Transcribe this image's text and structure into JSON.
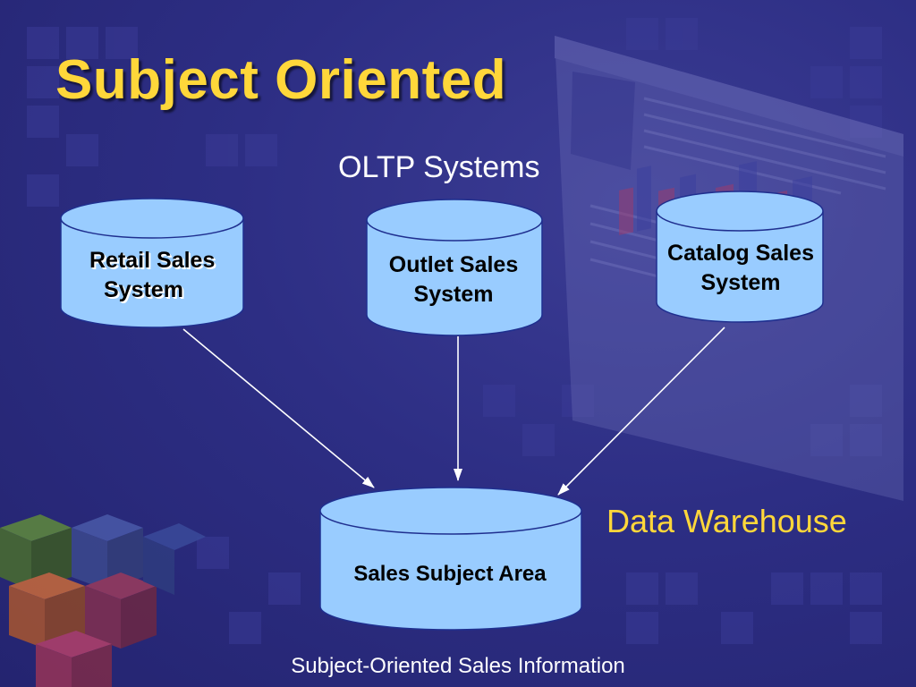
{
  "slide": {
    "title": "Subject Oriented",
    "oltp_label": "OLTP Systems",
    "warehouse_label": "Data Warehouse",
    "footer": "Subject-Oriented Sales Information"
  },
  "databases": {
    "retail": {
      "line1": "Retail Sales",
      "line2": "System"
    },
    "outlet": {
      "line1": "Outlet Sales",
      "line2": "System"
    },
    "catalog": {
      "line1": "Catalog Sales",
      "line2": "System"
    },
    "subject_area": {
      "label": "Sales Subject Area"
    }
  },
  "colors": {
    "background": "#2d2e84",
    "title": "#ffd73a",
    "warehouse_label": "#ffd73a",
    "cylinder_fill": "#99ccff",
    "cylinder_stroke": "#1f2f8f",
    "arrow": "#ffffff",
    "text_light": "#ffffff"
  }
}
